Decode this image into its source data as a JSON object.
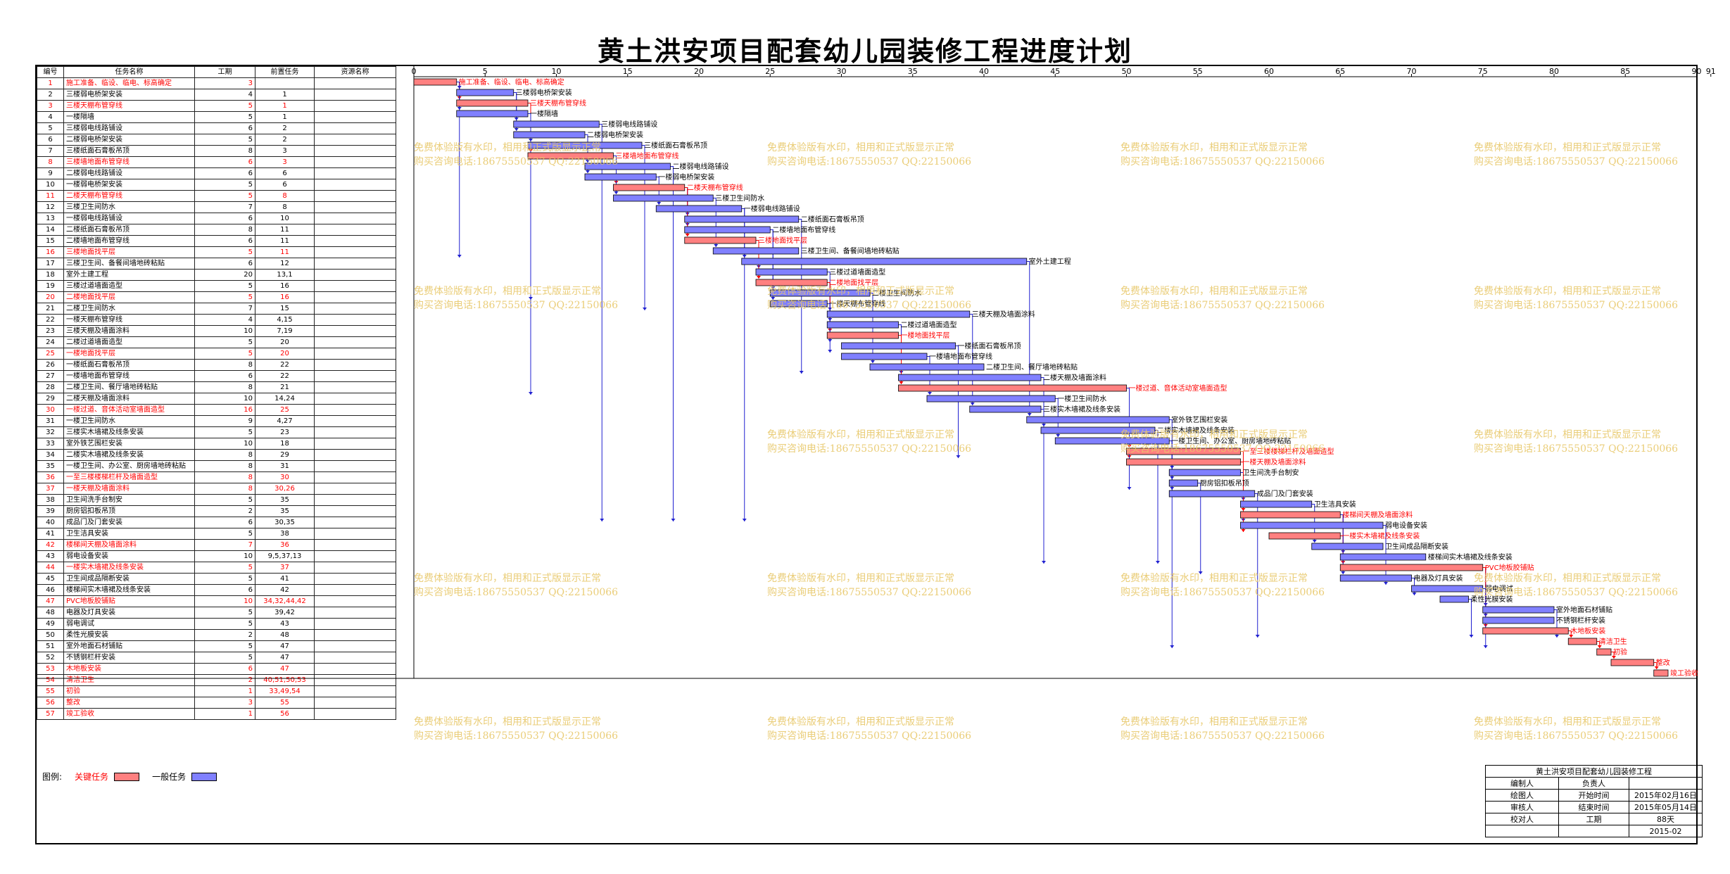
{
  "title": "黄土洪安项目配套幼儿园装修工程进度计划",
  "table_headers": {
    "id": "编号",
    "name": "任务名称",
    "duration": "工期",
    "pred": "前置任务",
    "resource": "资源名称"
  },
  "watermark": {
    "line1": "免费体验版有水印，相用和正式版显示正常",
    "line2": "购买咨询电话:18675550537 QQ:22150066"
  },
  "legend": {
    "label": "图例:",
    "critical": "关键任务",
    "normal": "一般任务"
  },
  "colors": {
    "critical": "#ff8080",
    "normal": "#8080ff",
    "critical_text": "#ff0000",
    "link": "#2020d0",
    "link_crit": "#ff0000"
  },
  "infobox": {
    "project": "黄土洪安项目配套幼儿园装修工程",
    "drawn_by": "编制人",
    "owner": "负责人",
    "plotted_by": "绘图人",
    "start_label": "开始时间",
    "start": "2015年02月16日",
    "reviewer": "审核人",
    "end_label": "结束时间",
    "end": "2015年05月14日",
    "checker": "校对人",
    "dur_label": "工期",
    "dur": "88天",
    "date": "2015-02"
  },
  "chart_data": {
    "type": "gantt",
    "title": "黄土洪安项目配套幼儿园装修工程进度计划",
    "x_ticks": [
      0,
      5,
      10,
      15,
      20,
      25,
      30,
      35,
      40,
      45,
      50,
      55,
      60,
      65,
      70,
      75,
      80,
      85,
      90,
      91
    ],
    "xlim": [
      0,
      91
    ],
    "tasks": [
      {
        "id": "1",
        "name": "施工准备、临设、临电、标高确定",
        "dur": 3,
        "pred": "",
        "start": 0,
        "critical": true
      },
      {
        "id": "2",
        "name": "三楼弱电桥架安装",
        "dur": 4,
        "pred": "1",
        "start": 3,
        "critical": false
      },
      {
        "id": "3",
        "name": "三楼天棚布管穿线",
        "dur": 5,
        "pred": "1",
        "start": 3,
        "critical": true
      },
      {
        "id": "4",
        "name": "一楼隔墙",
        "dur": 5,
        "pred": "1",
        "start": 3,
        "critical": false
      },
      {
        "id": "5",
        "name": "三楼弱电线路铺设",
        "dur": 6,
        "pred": "2",
        "start": 7,
        "critical": false
      },
      {
        "id": "6",
        "name": "二楼弱电桥架安装",
        "dur": 5,
        "pred": "2",
        "start": 7,
        "critical": false
      },
      {
        "id": "7",
        "name": "三楼纸面石膏板吊顶",
        "dur": 8,
        "pred": "3",
        "start": 8,
        "critical": false
      },
      {
        "id": "8",
        "name": "三楼墙地面布管穿线",
        "dur": 6,
        "pred": "3",
        "start": 8,
        "critical": true
      },
      {
        "id": "9",
        "name": "二楼弱电线路铺设",
        "dur": 6,
        "pred": "6",
        "start": 12,
        "critical": false
      },
      {
        "id": "10",
        "name": "一楼弱电桥架安装",
        "dur": 5,
        "pred": "6",
        "start": 12,
        "critical": false
      },
      {
        "id": "11",
        "name": "二楼天棚布管穿线",
        "dur": 5,
        "pred": "8",
        "start": 14,
        "critical": true
      },
      {
        "id": "12",
        "name": "三楼卫生间防水",
        "dur": 7,
        "pred": "8",
        "start": 14,
        "critical": false
      },
      {
        "id": "13",
        "name": "一楼弱电线路铺设",
        "dur": 6,
        "pred": "10",
        "start": 17,
        "critical": false
      },
      {
        "id": "14",
        "name": "二楼纸面石膏板吊顶",
        "dur": 8,
        "pred": "11",
        "start": 19,
        "critical": false
      },
      {
        "id": "15",
        "name": "二楼墙地面布管穿线",
        "dur": 6,
        "pred": "11",
        "start": 19,
        "critical": false
      },
      {
        "id": "16",
        "name": "三楼地面找平层",
        "dur": 5,
        "pred": "11",
        "start": 19,
        "critical": true
      },
      {
        "id": "17",
        "name": "三楼卫生间、备餐间墙地砖粘贴",
        "dur": 6,
        "pred": "12",
        "start": 21,
        "critical": false
      },
      {
        "id": "18",
        "name": "室外土建工程",
        "dur": 20,
        "pred": "13,1",
        "start": 23,
        "critical": false
      },
      {
        "id": "19",
        "name": "三楼过道墙面造型",
        "dur": 5,
        "pred": "16",
        "start": 24,
        "critical": false
      },
      {
        "id": "20",
        "name": "二楼地面找平层",
        "dur": 5,
        "pred": "16",
        "start": 24,
        "critical": true
      },
      {
        "id": "21",
        "name": "二楼卫生间防水",
        "dur": 7,
        "pred": "15",
        "start": 25,
        "critical": false
      },
      {
        "id": "22",
        "name": "一楼天棚布管穿线",
        "dur": 4,
        "pred": "4,15",
        "start": 25,
        "critical": false
      },
      {
        "id": "23",
        "name": "三楼天棚及墙面涂料",
        "dur": 10,
        "pred": "7,19",
        "start": 29,
        "critical": false
      },
      {
        "id": "24",
        "name": "二楼过道墙面造型",
        "dur": 5,
        "pred": "20",
        "start": 29,
        "critical": false
      },
      {
        "id": "25",
        "name": "一楼地面找平层",
        "dur": 5,
        "pred": "20",
        "start": 29,
        "critical": true
      },
      {
        "id": "26",
        "name": "一楼纸面石膏板吊顶",
        "dur": 8,
        "pred": "22",
        "start": 30,
        "critical": false
      },
      {
        "id": "27",
        "name": "一楼墙地面布管穿线",
        "dur": 6,
        "pred": "22",
        "start": 30,
        "critical": false
      },
      {
        "id": "28",
        "name": "二楼卫生间、餐厅墙地砖粘贴",
        "dur": 8,
        "pred": "21",
        "start": 32,
        "critical": false
      },
      {
        "id": "29",
        "name": "二楼天棚及墙面涂料",
        "dur": 10,
        "pred": "14,24",
        "start": 34,
        "critical": false
      },
      {
        "id": "30",
        "name": "一楼过道、音体活动室墙面造型",
        "dur": 16,
        "pred": "25",
        "start": 34,
        "critical": true
      },
      {
        "id": "31",
        "name": "一楼卫生间防水",
        "dur": 9,
        "pred": "4,27",
        "start": 36,
        "critical": false
      },
      {
        "id": "32",
        "name": "三楼实木墙裙及线条安装",
        "dur": 5,
        "pred": "23",
        "start": 39,
        "critical": false
      },
      {
        "id": "33",
        "name": "室外铁艺围栏安装",
        "dur": 10,
        "pred": "18",
        "start": 43,
        "critical": false
      },
      {
        "id": "34",
        "name": "二楼实木墙裙及线条安装",
        "dur": 8,
        "pred": "29",
        "start": 44,
        "critical": false
      },
      {
        "id": "35",
        "name": "一楼卫生间、办公室、厨房墙地砖粘贴",
        "dur": 8,
        "pred": "31",
        "start": 45,
        "critical": false
      },
      {
        "id": "36",
        "name": "一至三楼楼梯栏杆及墙面造型",
        "dur": 8,
        "pred": "30",
        "start": 50,
        "critical": true
      },
      {
        "id": "37",
        "name": "一楼天棚及墙面涂料",
        "dur": 8,
        "pred": "30,26",
        "start": 50,
        "critical": true
      },
      {
        "id": "38",
        "name": "卫生间洗手台制安",
        "dur": 5,
        "pred": "35",
        "start": 53,
        "critical": false
      },
      {
        "id": "39",
        "name": "厨房铝扣板吊顶",
        "dur": 2,
        "pred": "35",
        "start": 53,
        "critical": false
      },
      {
        "id": "40",
        "name": "成品门及门套安装",
        "dur": 6,
        "pred": "30,35",
        "start": 53,
        "critical": false
      },
      {
        "id": "41",
        "name": "卫生洁具安装",
        "dur": 5,
        "pred": "38",
        "start": 58,
        "critical": false
      },
      {
        "id": "42",
        "name": "楼梯间天棚及墙面涂料",
        "dur": 7,
        "pred": "36",
        "start": 58,
        "critical": true
      },
      {
        "id": "43",
        "name": "弱电设备安装",
        "dur": 10,
        "pred": "9,5,37,13",
        "start": 58,
        "critical": false
      },
      {
        "id": "44",
        "name": "一楼实木墙裙及线条安装",
        "dur": 5,
        "pred": "37",
        "start": 60,
        "critical": true
      },
      {
        "id": "45",
        "name": "卫生间成品隔断安装",
        "dur": 5,
        "pred": "41",
        "start": 63,
        "critical": false
      },
      {
        "id": "46",
        "name": "楼梯间实木墙裙及线条安装",
        "dur": 6,
        "pred": "42",
        "start": 65,
        "critical": false
      },
      {
        "id": "47",
        "name": "PVC地板胶铺贴",
        "dur": 10,
        "pred": "34,32,44,42",
        "start": 65,
        "critical": true
      },
      {
        "id": "48",
        "name": "电器及灯具安装",
        "dur": 5,
        "pred": "39,42",
        "start": 65,
        "critical": false
      },
      {
        "id": "49",
        "name": "弱电调试",
        "dur": 5,
        "pred": "43",
        "start": 70,
        "critical": false
      },
      {
        "id": "50",
        "name": "柔性光膜安装",
        "dur": 2,
        "pred": "48",
        "start": 72,
        "critical": false
      },
      {
        "id": "51",
        "name": "室外地面石材铺贴",
        "dur": 5,
        "pred": "47",
        "start": 75,
        "critical": false
      },
      {
        "id": "52",
        "name": "不锈钢栏杆安装",
        "dur": 5,
        "pred": "47",
        "start": 75,
        "critical": false
      },
      {
        "id": "53",
        "name": "木地板安装",
        "dur": 6,
        "pred": "47",
        "start": 75,
        "critical": true
      },
      {
        "id": "54",
        "name": "清洁卫生",
        "dur": 2,
        "pred": "40,51,50,53",
        "start": 81,
        "critical": true
      },
      {
        "id": "55",
        "name": "初验",
        "dur": 1,
        "pred": "33,49,54",
        "start": 83,
        "critical": true
      },
      {
        "id": "56",
        "name": "整改",
        "dur": 3,
        "pred": "55",
        "start": 84,
        "critical": true
      },
      {
        "id": "57",
        "name": "竣工验收",
        "dur": 1,
        "pred": "56",
        "start": 87,
        "critical": true
      }
    ]
  }
}
